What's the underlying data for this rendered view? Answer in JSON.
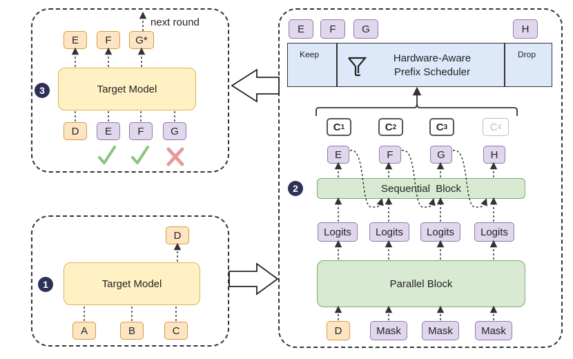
{
  "panel1": {
    "badge": "1",
    "model_label": "Target Model",
    "inputs": [
      "A",
      "B",
      "C"
    ],
    "output": "D"
  },
  "panel2": {
    "badge": "2",
    "top_tokens": [
      "E",
      "F",
      "G",
      "H"
    ],
    "scheduler": {
      "keep": "Keep",
      "title_line1": "Hardware-Aware",
      "title_line2": "Prefix Scheduler",
      "drop": "Drop"
    },
    "chunks": [
      "C",
      "C",
      "C",
      "C"
    ],
    "chunk_subs": [
      "1",
      "2",
      "3",
      "4"
    ],
    "tokens": [
      "E",
      "F",
      "G",
      "H"
    ],
    "sequential_block": "Sequential  Block",
    "logits": [
      "Logits",
      "Logits",
      "Logits",
      "Logits"
    ],
    "parallel_block": "Parallel Block",
    "inputs": [
      "D",
      "Mask",
      "Mask",
      "Mask"
    ]
  },
  "panel3": {
    "badge": "3",
    "model_label": "Target Model",
    "outputs": [
      "E",
      "F",
      "G*"
    ],
    "next_round": "next round",
    "inputs": [
      "D",
      "E",
      "F",
      "G"
    ],
    "verdicts": [
      "accept",
      "accept",
      "reject"
    ]
  },
  "colors": {
    "token_orange": "#fde5c4",
    "token_purple": "#e0d7ec",
    "model_yellow": "#fff1c4",
    "block_green": "#d8ead2",
    "scheduler_blue": "#dde8f8",
    "badge_navy": "#2d3158",
    "check_green": "#8cc47a",
    "cross_red": "#e59a9a"
  }
}
